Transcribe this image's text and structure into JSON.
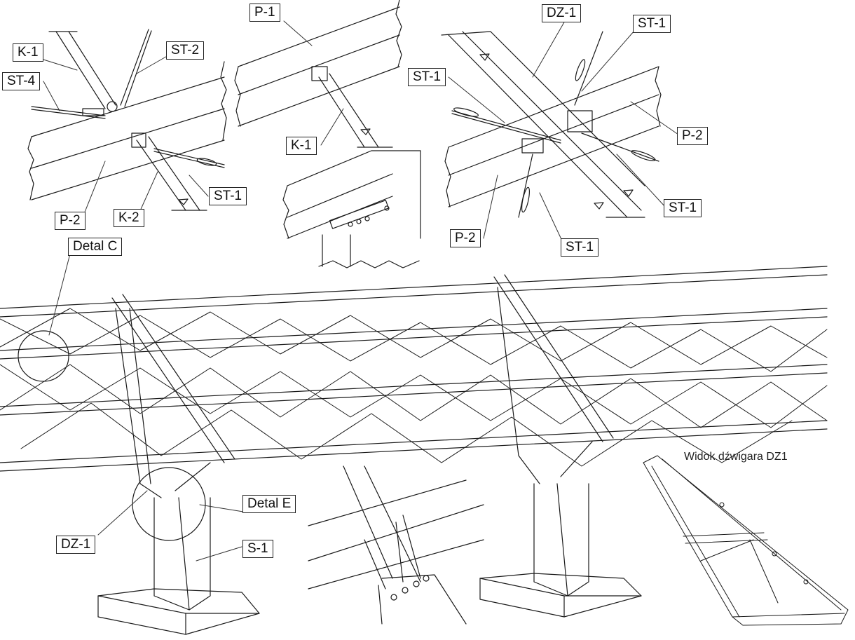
{
  "labels": {
    "k1_top": "K-1",
    "st2": "ST-2",
    "st4": "ST-4",
    "p1": "P-1",
    "dz1_top": "DZ-1",
    "st1_a": "ST-1",
    "st1_b": "ST-1",
    "st1_c": "ST-1",
    "st1_d": "ST-1",
    "st1_e": "ST-1",
    "k1_mid": "K-1",
    "p2_a": "P-2",
    "p2_b": "P-2",
    "p2_c": "P-2",
    "k2": "K-2",
    "detal_c": "Detal C",
    "detal_e": "Detal E",
    "dz1_bottom": "DZ-1",
    "s1": "S-1"
  },
  "caption": "Widok dźwigara DZ1",
  "colors": {
    "line": "#1a1a1a",
    "fill": "#ffffff",
    "leader": "#333333"
  }
}
